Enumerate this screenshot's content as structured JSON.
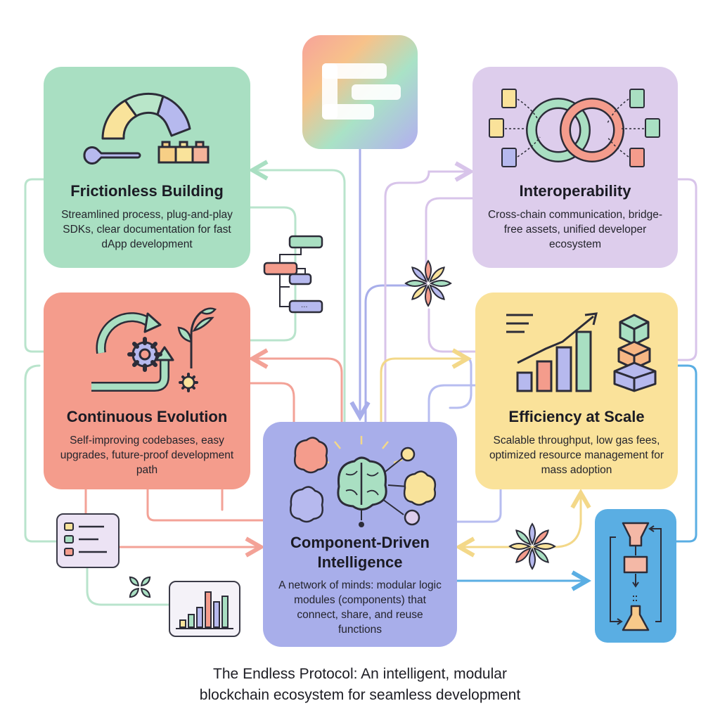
{
  "cards": {
    "frictionless": {
      "title": "Frictionless Building",
      "description": "Streamlined process, plug-and-play SDKs, clear documentation for fast dApp development",
      "color": "#a9dfc2"
    },
    "interop": {
      "title": "Interoperability",
      "description": "Cross-chain communication, bridge-free assets, unified developer ecosystem",
      "color": "#ddcdec"
    },
    "evolution": {
      "title": "Continuous Evolution",
      "description": "Self-improving codebases, easy upgrades, future-proof development path",
      "color": "#f49c8c"
    },
    "efficiency": {
      "title": "Efficiency at Scale",
      "description": "Scalable throughput, low gas fees, optimized resource management for mass adoption",
      "color": "#fae29a"
    },
    "component": {
      "title": "Component-Driven Intelligence",
      "description": "A network of minds: modular logic modules (components) that connect, share, and reuse functions",
      "color": "#a8aeea"
    }
  },
  "icons": {
    "top_logo": "modular-blocks-logo-icon",
    "frictionless": [
      "gauge-icon",
      "wrench-icon",
      "building-blocks-icon"
    ],
    "interop": [
      "linked-rings-icon",
      "document-icon"
    ],
    "evolution": [
      "cycle-arrows-icon",
      "gear-icon",
      "sprout-icon"
    ],
    "efficiency": [
      "growth-chart-icon",
      "stacked-cubes-icon"
    ],
    "component": [
      "brain-network-icon"
    ],
    "misc": [
      "flowchart-icon",
      "checklist-icon",
      "bar-chart-icon",
      "flower-icon",
      "pipeline-flow-icon"
    ]
  },
  "footer": {
    "line1": "The Endless Protocol: An intelligent, modular",
    "line2": "blockchain ecosystem for seamless development"
  }
}
